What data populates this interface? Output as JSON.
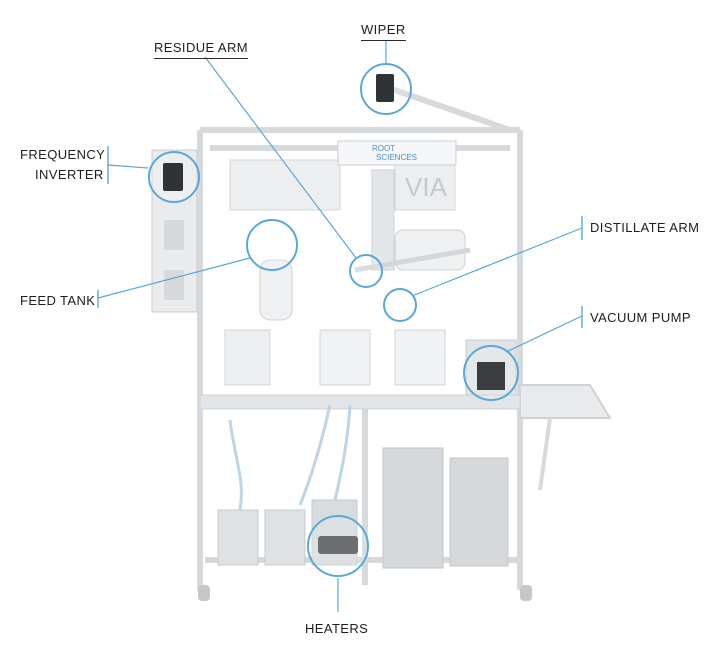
{
  "brand": {
    "logo_line1": "ROOT",
    "logo_line2": "SCIENCES",
    "model_text": "VIA"
  },
  "callouts": {
    "wiper": "WIPER",
    "residue_arm": "RESIDUE ARM",
    "frequency_inverter_line1": "FREQUENCY",
    "frequency_inverter_line2": "INVERTER",
    "distillate_arm": "DISTILLATE ARM",
    "feed_tank": "FEED TANK",
    "vacuum_pump": "VACUUM PUMP",
    "heaters": "HEATERS"
  },
  "colors": {
    "accent": "#5aa8d8",
    "frame": "#d9dde0",
    "equipment": "#c9cdd0",
    "text": "#1e1e1e"
  }
}
